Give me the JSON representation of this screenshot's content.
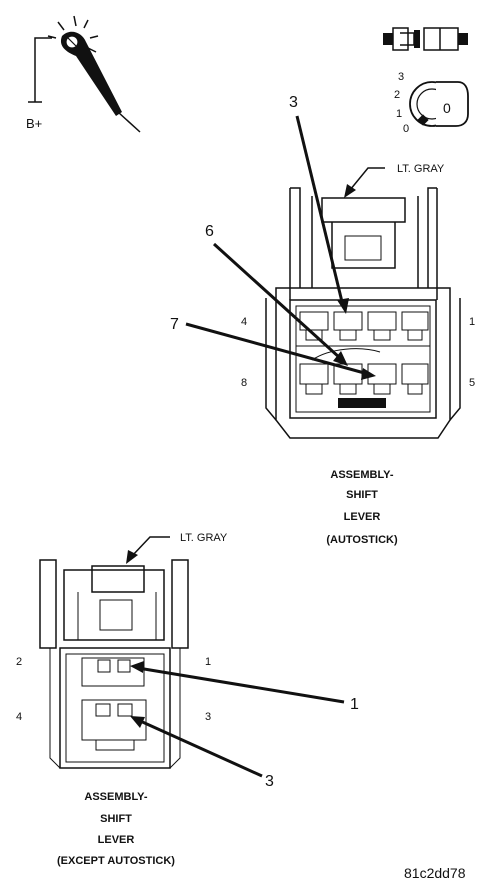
{
  "icons": {
    "battery_label": "B+",
    "switch_position_labels": [
      "3",
      "2",
      "1",
      "0"
    ],
    "key_label": "0"
  },
  "connector_top": {
    "color_note": "LT. GRAY",
    "callouts": [
      "3",
      "6",
      "7"
    ],
    "pin_labels": [
      "4",
      "1",
      "8",
      "5"
    ],
    "caption": [
      "ASSEMBLY-",
      "SHIFT",
      "LEVER",
      "(AUTOSTICK)"
    ]
  },
  "connector_bottom": {
    "color_note": "LT. GRAY",
    "callouts": [
      "1",
      "3"
    ],
    "pin_labels": [
      "2",
      "1",
      "4",
      "3"
    ],
    "caption": [
      "ASSEMBLY-",
      "SHIFT",
      "LEVER",
      "(EXCEPT AUTOSTICK)"
    ]
  },
  "figure_code": "81c2dd78"
}
